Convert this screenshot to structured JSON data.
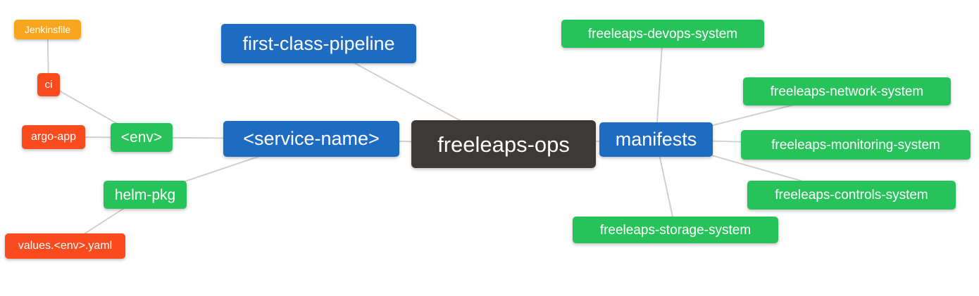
{
  "diagram": {
    "type": "mindmap",
    "root_label": "freeleaps-ops"
  },
  "palette": {
    "blue": "#1e6bc2",
    "green": "#27c35a",
    "red": "#f94b1d",
    "orange": "#f9a61f",
    "dark": "#3d3936",
    "text": "#ffffff"
  },
  "edge_style": {
    "color": "#cccccc",
    "width": 1.8
  },
  "nodes": [
    {
      "id": "jenkinsfile",
      "label": "Jenkinsfile",
      "color": "orange"
    },
    {
      "id": "ci",
      "label": "ci",
      "color": "red"
    },
    {
      "id": "argo-app",
      "label": "argo-app",
      "color": "red"
    },
    {
      "id": "env",
      "label": "<env>",
      "color": "green"
    },
    {
      "id": "helm-pkg",
      "label": "helm-pkg",
      "color": "green"
    },
    {
      "id": "values-env-yaml",
      "label": "values.<env>.yaml",
      "color": "red"
    },
    {
      "id": "first-class-pipeline",
      "label": "first-class-pipeline",
      "color": "blue"
    },
    {
      "id": "service-name",
      "label": "<service-name>",
      "color": "blue"
    },
    {
      "id": "freeleaps-ops",
      "label": "freeleaps-ops",
      "color": "dark"
    },
    {
      "id": "manifests",
      "label": "manifests",
      "color": "blue"
    },
    {
      "id": "freeleaps-devops-system",
      "label": "freeleaps-devops-system",
      "color": "green"
    },
    {
      "id": "freeleaps-network-system",
      "label": "freeleaps-network-system",
      "color": "green"
    },
    {
      "id": "freeleaps-monitoring-system",
      "label": "freeleaps-monitoring-system",
      "color": "green"
    },
    {
      "id": "freeleaps-controls-system",
      "label": "freeleaps-controls-system",
      "color": "green"
    },
    {
      "id": "freeleaps-storage-system",
      "label": "freeleaps-storage-system",
      "color": "green"
    }
  ],
  "edges": [
    {
      "from": "jenkinsfile",
      "to": "ci"
    },
    {
      "from": "ci",
      "to": "env"
    },
    {
      "from": "argo-app",
      "to": "env"
    },
    {
      "from": "env",
      "to": "service-name"
    },
    {
      "from": "helm-pkg",
      "to": "service-name"
    },
    {
      "from": "values-env-yaml",
      "to": "helm-pkg"
    },
    {
      "from": "first-class-pipeline",
      "to": "freeleaps-ops"
    },
    {
      "from": "service-name",
      "to": "freeleaps-ops"
    },
    {
      "from": "manifests",
      "to": "freeleaps-ops"
    },
    {
      "from": "manifests",
      "to": "freeleaps-devops-system"
    },
    {
      "from": "manifests",
      "to": "freeleaps-network-system"
    },
    {
      "from": "manifests",
      "to": "freeleaps-monitoring-system"
    },
    {
      "from": "manifests",
      "to": "freeleaps-controls-system"
    },
    {
      "from": "manifests",
      "to": "freeleaps-storage-system"
    }
  ]
}
